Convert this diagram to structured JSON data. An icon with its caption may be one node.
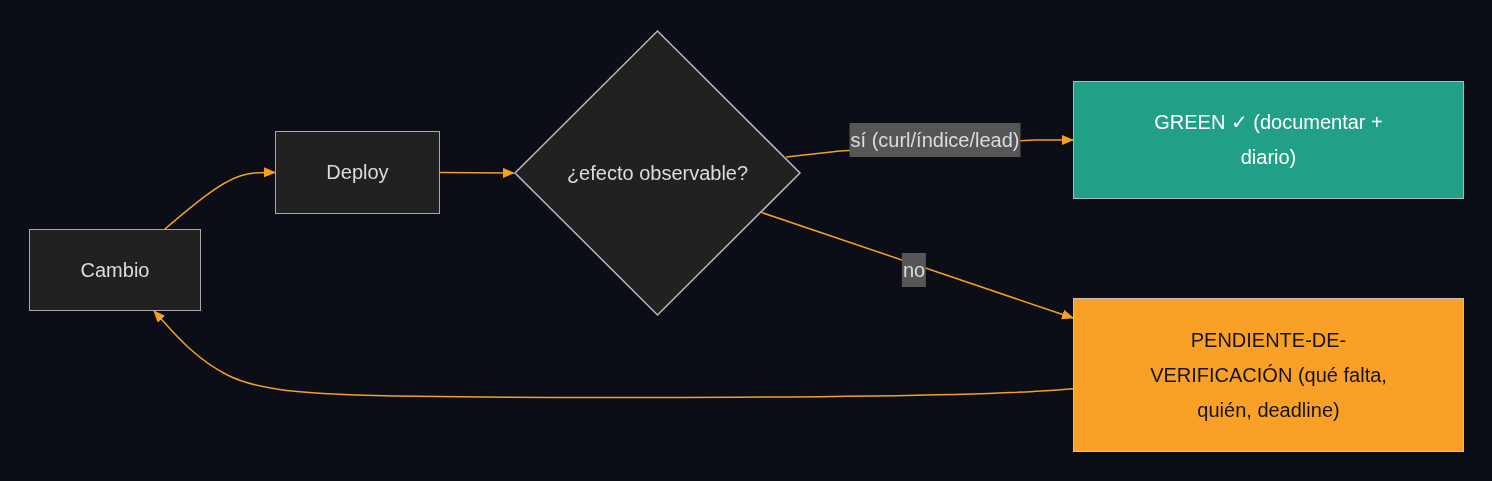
{
  "diagram": {
    "nodes": [
      {
        "text": [
          "Cambio"
        ]
      },
      {
        "text": [
          "Deploy"
        ]
      },
      {
        "text": [
          "¿efecto observable?"
        ]
      },
      {
        "text": [
          "GREEN ✓ (documentar + diario)"
        ]
      },
      {
        "text": [
          "PENDIENTE-DE-VERIFICACIÓN (qué falta, quién, deadline)"
        ]
      }
    ],
    "edges": [
      {
        "from": 0,
        "to": 1,
        "arrow": "to"
      },
      {
        "from": 1,
        "to": 2,
        "arrow": "to"
      },
      {
        "from": 2,
        "to": 3,
        "arrow": "to",
        "label": "sí (curl/índice/lead)"
      },
      {
        "from": 2,
        "to": 4,
        "arrow": "to",
        "label": "no"
      },
      {
        "from": 4,
        "to": 0,
        "arrow": "to"
      }
    ]
  }
}
